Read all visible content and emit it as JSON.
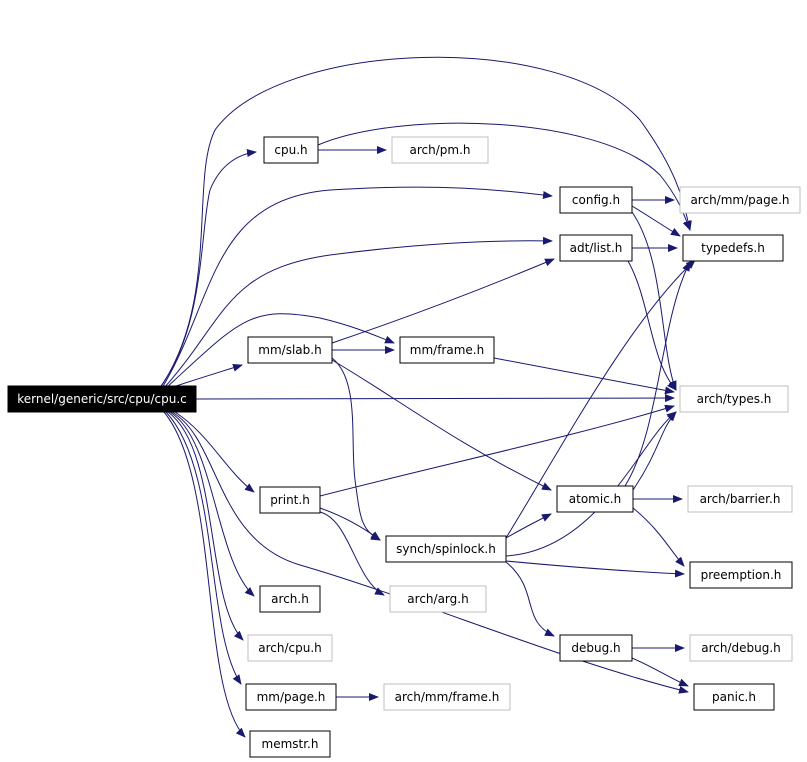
{
  "colors": {
    "edge": "#191970",
    "node_border": "#000000",
    "missing_border": "#bfbfbf",
    "root_fill": "#000000",
    "root_text": "#ffffff",
    "text": "#000000"
  },
  "nodes": [
    {
      "id": "cpu_c",
      "label": "kernel/generic/src/cpu/cpu.c",
      "style": "root"
    },
    {
      "id": "cpu_h",
      "label": "cpu.h",
      "style": "normal"
    },
    {
      "id": "arch_pm_h",
      "label": "arch/pm.h",
      "style": "missing"
    },
    {
      "id": "config_h",
      "label": "config.h",
      "style": "normal"
    },
    {
      "id": "arch_mm_page_h",
      "label": "arch/mm/page.h",
      "style": "missing"
    },
    {
      "id": "typedefs_h",
      "label": "typedefs.h",
      "style": "normal"
    },
    {
      "id": "adt_list_h",
      "label": "adt/list.h",
      "style": "normal"
    },
    {
      "id": "mm_slab_h",
      "label": "mm/slab.h",
      "style": "normal"
    },
    {
      "id": "mm_frame_h",
      "label": "mm/frame.h",
      "style": "normal"
    },
    {
      "id": "arch_types_h",
      "label": "arch/types.h",
      "style": "missing"
    },
    {
      "id": "atomic_h",
      "label": "atomic.h",
      "style": "normal"
    },
    {
      "id": "arch_barrier_h",
      "label": "arch/barrier.h",
      "style": "missing"
    },
    {
      "id": "print_h",
      "label": "print.h",
      "style": "normal"
    },
    {
      "id": "synch_spinlock_h",
      "label": "synch/spinlock.h",
      "style": "normal"
    },
    {
      "id": "preemption_h",
      "label": "preemption.h",
      "style": "normal"
    },
    {
      "id": "arch_h",
      "label": "arch.h",
      "style": "normal"
    },
    {
      "id": "arch_arg_h",
      "label": "arch/arg.h",
      "style": "missing"
    },
    {
      "id": "arch_cpu_h",
      "label": "arch/cpu.h",
      "style": "missing"
    },
    {
      "id": "debug_h",
      "label": "debug.h",
      "style": "normal"
    },
    {
      "id": "arch_debug_h",
      "label": "arch/debug.h",
      "style": "missing"
    },
    {
      "id": "mm_page_h",
      "label": "mm/page.h",
      "style": "normal"
    },
    {
      "id": "arch_mm_frame_h",
      "label": "arch/mm/frame.h",
      "style": "missing"
    },
    {
      "id": "panic_h",
      "label": "panic.h",
      "style": "normal"
    },
    {
      "id": "memstr_h",
      "label": "memstr.h",
      "style": "normal"
    }
  ],
  "edges": [
    {
      "from": "cpu_c",
      "to": "cpu_h"
    },
    {
      "from": "cpu_c",
      "to": "typedefs_h"
    },
    {
      "from": "cpu_c",
      "to": "config_h"
    },
    {
      "from": "cpu_c",
      "to": "adt_list_h"
    },
    {
      "from": "cpu_c",
      "to": "mm_slab_h"
    },
    {
      "from": "cpu_c",
      "to": "mm_frame_h"
    },
    {
      "from": "cpu_c",
      "to": "arch_types_h"
    },
    {
      "from": "cpu_c",
      "to": "print_h"
    },
    {
      "from": "cpu_c",
      "to": "arch_h"
    },
    {
      "from": "cpu_c",
      "to": "arch_cpu_h"
    },
    {
      "from": "cpu_c",
      "to": "mm_page_h"
    },
    {
      "from": "cpu_c",
      "to": "memstr_h"
    },
    {
      "from": "cpu_c",
      "to": "panic_h"
    },
    {
      "from": "cpu_h",
      "to": "arch_pm_h"
    },
    {
      "from": "cpu_h",
      "to": "typedefs_h"
    },
    {
      "from": "config_h",
      "to": "arch_mm_page_h"
    },
    {
      "from": "config_h",
      "to": "typedefs_h"
    },
    {
      "from": "config_h",
      "to": "arch_types_h"
    },
    {
      "from": "adt_list_h",
      "to": "typedefs_h"
    },
    {
      "from": "adt_list_h",
      "to": "arch_types_h"
    },
    {
      "from": "mm_slab_h",
      "to": "mm_frame_h"
    },
    {
      "from": "mm_slab_h",
      "to": "adt_list_h"
    },
    {
      "from": "mm_slab_h",
      "to": "synch_spinlock_h"
    },
    {
      "from": "mm_slab_h",
      "to": "atomic_h"
    },
    {
      "from": "mm_frame_h",
      "to": "arch_types_h"
    },
    {
      "from": "atomic_h",
      "to": "arch_barrier_h"
    },
    {
      "from": "atomic_h",
      "to": "preemption_h"
    },
    {
      "from": "atomic_h",
      "to": "typedefs_h"
    },
    {
      "from": "atomic_h",
      "to": "arch_types_h"
    },
    {
      "from": "print_h",
      "to": "arch_types_h"
    },
    {
      "from": "print_h",
      "to": "synch_spinlock_h"
    },
    {
      "from": "print_h",
      "to": "arch_arg_h"
    },
    {
      "from": "synch_spinlock_h",
      "to": "atomic_h"
    },
    {
      "from": "synch_spinlock_h",
      "to": "preemption_h"
    },
    {
      "from": "synch_spinlock_h",
      "to": "debug_h"
    },
    {
      "from": "synch_spinlock_h",
      "to": "typedefs_h"
    },
    {
      "from": "synch_spinlock_h",
      "to": "arch_types_h"
    },
    {
      "from": "debug_h",
      "to": "arch_debug_h"
    },
    {
      "from": "debug_h",
      "to": "panic_h"
    },
    {
      "from": "mm_page_h",
      "to": "arch_mm_frame_h"
    }
  ]
}
